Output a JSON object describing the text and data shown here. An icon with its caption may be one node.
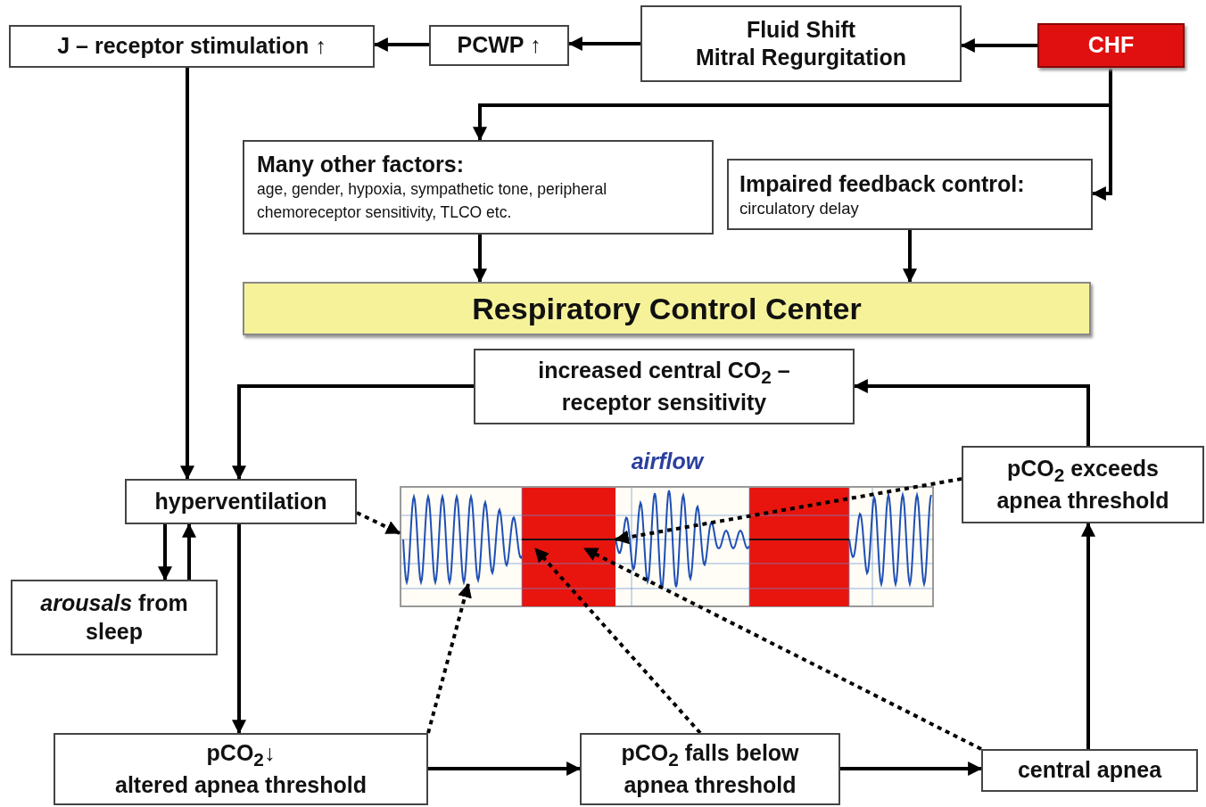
{
  "diagram": {
    "nodes": [
      {
        "text": [
          "J – receptor stimulation ↑"
        ]
      },
      {
        "text": [
          "PCWP ↑"
        ]
      },
      {
        "text": [
          "Fluid Shift",
          "Mitral Regurgitation"
        ]
      },
      {
        "text": [
          "CHF"
        ]
      },
      {
        "text": [
          "Many other factors:",
          "age, gender, hypoxia, sympathetic tone, peripheral chemoreceptor sensitivity, TLCO etc."
        ]
      },
      {
        "text": [
          "Impaired feedback control:",
          "circulatory delay"
        ]
      },
      {
        "text": [
          "Respiratory Control Center"
        ]
      },
      {
        "text": [
          "increased central CO$_{2}$ – receptor sensitivity"
        ]
      },
      {
        "text": [
          "hyperventilation"
        ]
      },
      {
        "text": [],
        "shape": "picture",
        "beside": [
          "airflow"
        ]
      },
      {
        "text": [
          "pCO$_{2}$ exceeds apnea threshold"
        ]
      },
      {
        "text": [
          "*arousals* from sleep"
        ]
      },
      {
        "text": [
          "pCO$_{2}$↓",
          "altered apnea threshold"
        ]
      },
      {
        "text": [
          "pCO$_{2}$ falls below apnea threshold"
        ]
      },
      {
        "text": [
          "central apnea"
        ]
      }
    ],
    "edges": [
      {
        "from": 3,
        "to": 2,
        "arrow": "to"
      },
      {
        "from": 2,
        "to": 1,
        "arrow": "to"
      },
      {
        "from": 1,
        "to": 0,
        "arrow": "to"
      },
      {
        "from": 3,
        "to": 4,
        "arrow": "to"
      },
      {
        "from": 3,
        "to": 5,
        "arrow": "to"
      },
      {
        "from": 4,
        "to": 6,
        "arrow": "to"
      },
      {
        "from": 5,
        "to": 6,
        "arrow": "to"
      },
      {
        "from": 0,
        "to": 8,
        "arrow": "to"
      },
      {
        "from": 7,
        "to": 8,
        "arrow": "to"
      },
      {
        "from": 10,
        "to": 7,
        "arrow": "to"
      },
      {
        "from": 8,
        "to": 11,
        "arrow": "to"
      },
      {
        "from": 11,
        "to": 8,
        "arrow": "to"
      },
      {
        "from": 8,
        "to": 12,
        "arrow": "to"
      },
      {
        "from": 12,
        "to": 13,
        "arrow": "to"
      },
      {
        "from": 13,
        "to": 14,
        "arrow": "to"
      },
      {
        "from": 14,
        "to": 10,
        "arrow": "to"
      },
      {
        "from": 8,
        "to": 9,
        "arrow": "to",
        "style": "dashed"
      },
      {
        "from": 10,
        "to": 9,
        "arrow": "to",
        "style": "dashed"
      },
      {
        "from": 12,
        "to": 9,
        "arrow": "to",
        "style": "dashed"
      },
      {
        "from": 13,
        "to": 9,
        "arrow": "to",
        "style": "dashed"
      },
      {
        "from": 14,
        "to": 9,
        "arrow": "to",
        "style": "dashed"
      }
    ]
  }
}
